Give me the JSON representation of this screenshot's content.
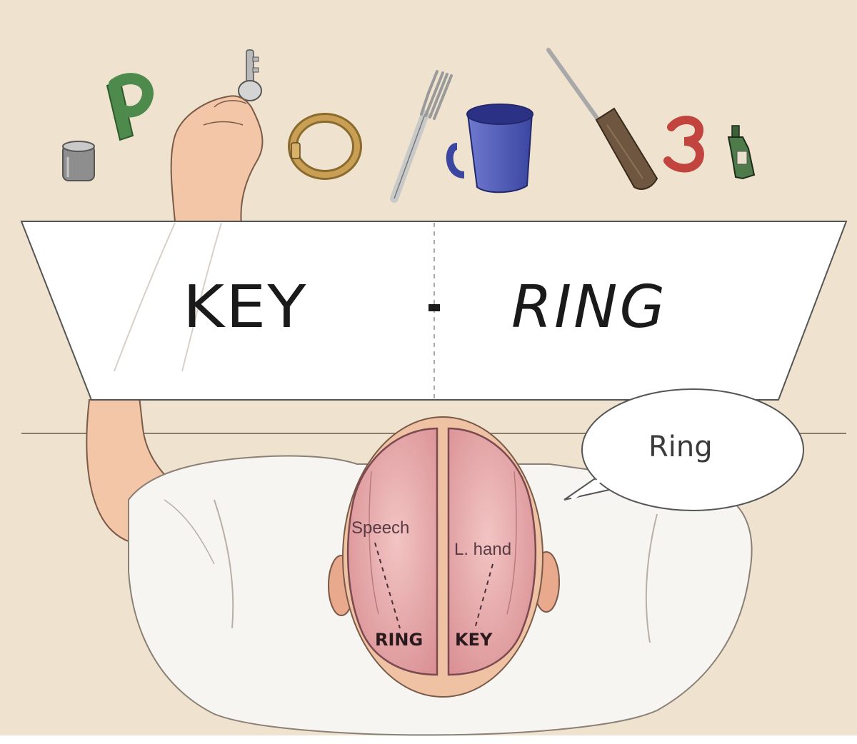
{
  "screen": {
    "left_word": "KEY",
    "right_word": "RING"
  },
  "speech_bubble": {
    "text": "Ring"
  },
  "brain": {
    "left_region_label": "Speech",
    "right_region_label": "L. hand",
    "left_hemisphere_word": "RING",
    "right_hemisphere_word": "KEY"
  },
  "objects": [
    "cup-icon",
    "letter-p-icon",
    "key-icon",
    "ring-icon",
    "fork-icon",
    "mug-icon",
    "screwdriver-icon",
    "number-3-icon",
    "bottle-icon"
  ],
  "colors": {
    "background": "#efe3cf",
    "screen": "#ffffff",
    "shirt": "#f7f5f2",
    "skin": "#f3c6a7",
    "brain": "#dfa0a4",
    "mug": "#4c59b8",
    "letter_p": "#4e8a4b",
    "number_3": "#c2443f"
  }
}
